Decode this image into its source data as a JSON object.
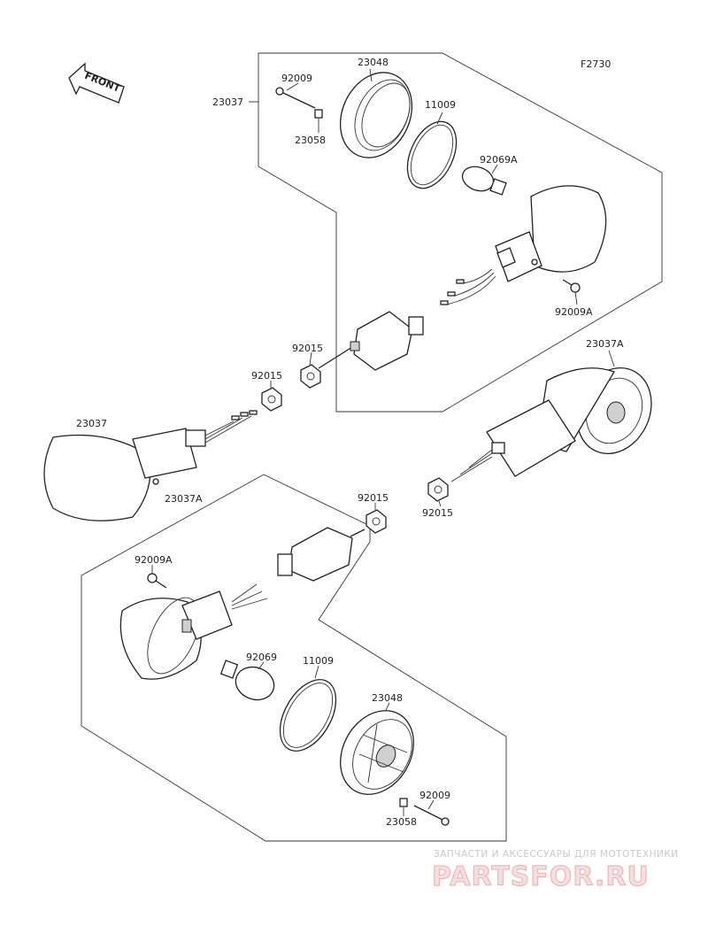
{
  "diagram": {
    "figure_code": "F2730",
    "front_label": "FRONT",
    "parts": {
      "upper_assembly": "23037",
      "upper_bolt": "92009",
      "upper_lens_rim": "23048",
      "upper_nut": "23058",
      "upper_gasket": "11009",
      "upper_bulb": "92069A",
      "upper_screw": "92009A",
      "upper_mount_nut": "92015",
      "left_nut": "92015",
      "left_assembly": "23037",
      "right_assembly": "23037A",
      "right_nut": "92015",
      "lower_assembly": "23037A",
      "lower_nut": "92015",
      "lower_screw": "92009A",
      "lower_bulb": "92069",
      "lower_gasket": "11009",
      "lower_lens": "23048",
      "lower_bolt": "92009",
      "lower_nut_small": "23058"
    }
  },
  "watermark": {
    "tagline": "ЗАПЧАСТИ И АКСЕССУАРЫ ДЛЯ МОТОТЕХНИКИ",
    "brand": "PARTSFOR.RU"
  }
}
